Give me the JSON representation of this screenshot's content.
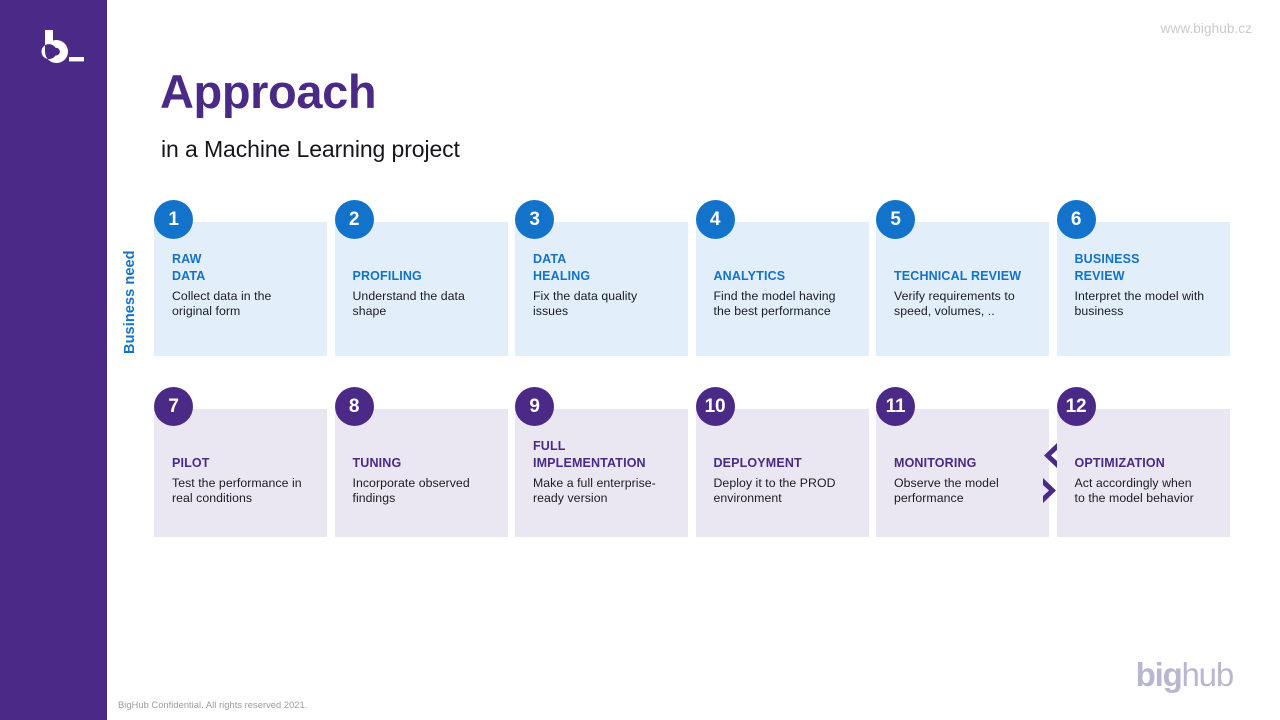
{
  "brand": {
    "logo_mark": "b_",
    "site_url": "www.bighub.cz",
    "wordmark_bold": "big",
    "wordmark_light": "hub"
  },
  "header": {
    "title": "Approach",
    "subtitle": "in a Machine Learning project"
  },
  "axis": {
    "vertical_label": "Business need"
  },
  "colors": {
    "brand_purple": "#4a2a86",
    "accent_blue": "#1372c9",
    "card_blue": "#e2eefa",
    "card_purple": "#eae7f2",
    "footer_grey": "#9a9aa2"
  },
  "rows": [
    {
      "id": "row-1",
      "theme": "blue",
      "steps": [
        {
          "number": "1",
          "title": "RAW\nDATA",
          "title_lines": 2,
          "desc": "Collect data in the\noriginal form"
        },
        {
          "number": "2",
          "title": "PROFILING",
          "title_lines": 1,
          "desc": "Understand the data\nshape"
        },
        {
          "number": "3",
          "title": "DATA\nHEALING",
          "title_lines": 2,
          "desc": "Fix the data quality\nissues"
        },
        {
          "number": "4",
          "title": "ANALYTICS",
          "title_lines": 1,
          "desc": "Find the model having\nthe best performance"
        },
        {
          "number": "5",
          "title": "TECHNICAL REVIEW",
          "title_lines": 1,
          "desc": "Verify requirements to\nspeed, volumes, .."
        },
        {
          "number": "6",
          "title": "BUSINESS\nREVIEW",
          "title_lines": 2,
          "desc": "Interpret the model with\nbusiness"
        }
      ]
    },
    {
      "id": "row-2",
      "theme": "purple",
      "steps": [
        {
          "number": "7",
          "title": "PILOT",
          "title_lines": 1,
          "desc": "Test the performance in\nreal conditions"
        },
        {
          "number": "8",
          "title": "TUNING",
          "title_lines": 1,
          "desc": "Incorporate observed\nfindings"
        },
        {
          "number": "9",
          "title": "FULL\nIMPLEMENTATION",
          "title_lines": 2,
          "desc": "Make a full enterprise-\nready version"
        },
        {
          "number": "10",
          "title": "DEPLOYMENT",
          "title_lines": 1,
          "desc": "Deploy it to the PROD\nenvironment"
        },
        {
          "number": "11",
          "title": "MONITORING",
          "title_lines": 1,
          "desc": "Observe the model\nperformance"
        },
        {
          "number": "12",
          "title": "OPTIMIZATION",
          "title_lines": 1,
          "desc": "Act accordingly when\nto the model behavior"
        }
      ]
    }
  ],
  "iteration_arrows": {
    "name": "bidirectional-chevrons",
    "between": [
      "MONITORING",
      "OPTIMIZATION"
    ]
  },
  "footer": {
    "confidential_note": "BigHub Confidential. All rights reserved 2021."
  }
}
